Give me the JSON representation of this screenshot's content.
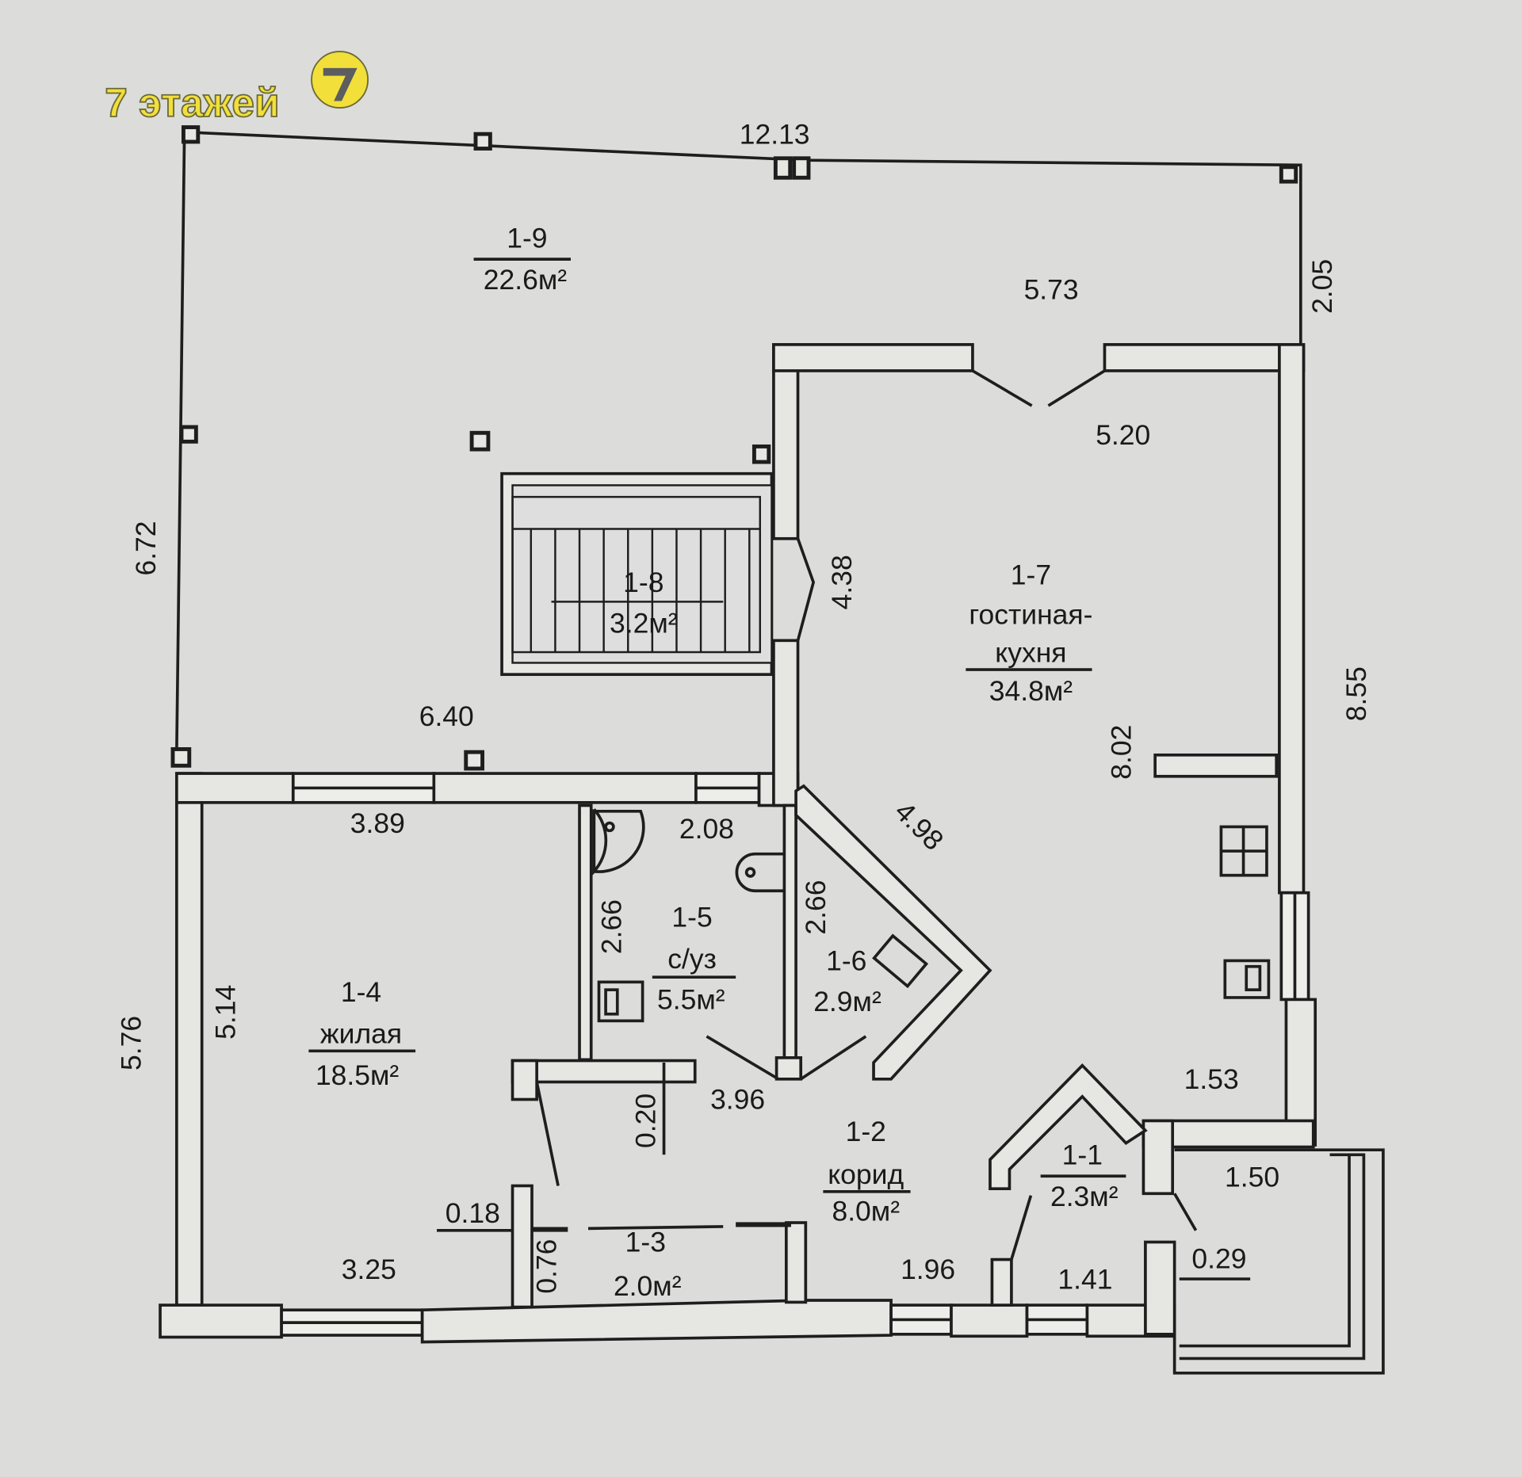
{
  "logo": {
    "text": "7 этажей",
    "badge": "7",
    "color": "#f2df3a",
    "badge_digit_color": "#5b5d60"
  },
  "rooms": [
    {
      "id": "1-1",
      "name": "",
      "area": "2.3м²"
    },
    {
      "id": "1-2",
      "name": "корид",
      "area": "8.0м²"
    },
    {
      "id": "1-3",
      "name": "",
      "area": "2.0м²"
    },
    {
      "id": "1-4",
      "name": "жилая",
      "area": "18.5м²"
    },
    {
      "id": "1-5",
      "name": "с/уз",
      "area": "5.5м²"
    },
    {
      "id": "1-6",
      "name": "",
      "area": "2.9м²"
    },
    {
      "id": "1-7",
      "name": "гостиная-",
      "name2": "кухня",
      "area": "34.8м²"
    },
    {
      "id": "1-8",
      "name": "",
      "area": "3.2м²"
    },
    {
      "id": "1-9",
      "name": "",
      "area": "22.6м²"
    }
  ],
  "dimensions": {
    "d1213": "12.13",
    "d573": "5.73",
    "d205": "2.05",
    "d520": "5.20",
    "d672": "6.72",
    "d438": "4.38",
    "d855": "8.55",
    "d802": "8.02",
    "d640": "6.40",
    "d389": "3.89",
    "d208": "2.08",
    "d498": "4.98",
    "d266a": "2.66",
    "d266b": "2.66",
    "d514": "5.14",
    "d576": "5.76",
    "d396": "3.96",
    "d020": "0.20",
    "d153": "1.53",
    "d150": "1.50",
    "d018": "0.18",
    "d076": "0.76",
    "d325": "3.25",
    "d196": "1.96",
    "d141": "1.41",
    "d029": "0.29"
  },
  "colors": {
    "paper": "#dcdcda",
    "ink": "#1e1e1e"
  }
}
